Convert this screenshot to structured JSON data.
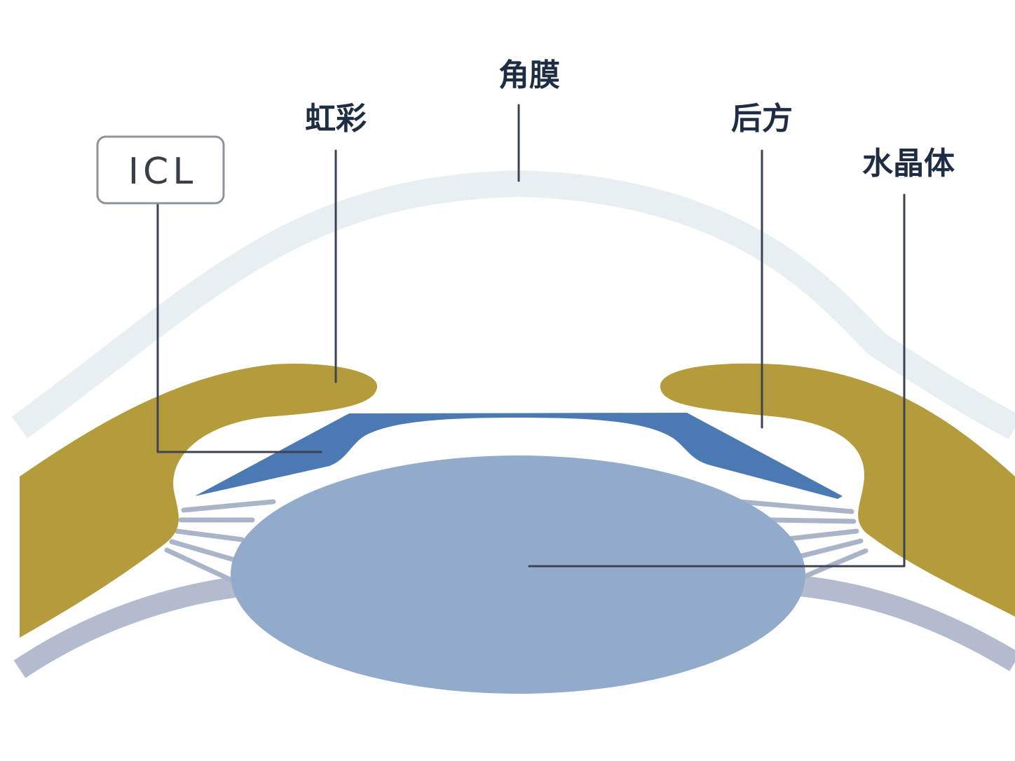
{
  "labels": {
    "cornea": "角膜",
    "iris": "虹彩",
    "posterior_chamber": "后方",
    "crystalline_lens": "水晶体",
    "icl": "ICL"
  },
  "colors": {
    "background": "#ffffff",
    "cornea": "#e8eff2",
    "iris": "#b49b3c",
    "icl_lens": "#4a79b4",
    "crystalline_lens": "#93abcb",
    "zonules_sclera": "#aab4c9",
    "leader_line": "#3e4352",
    "label_text": "#1f2d44"
  }
}
